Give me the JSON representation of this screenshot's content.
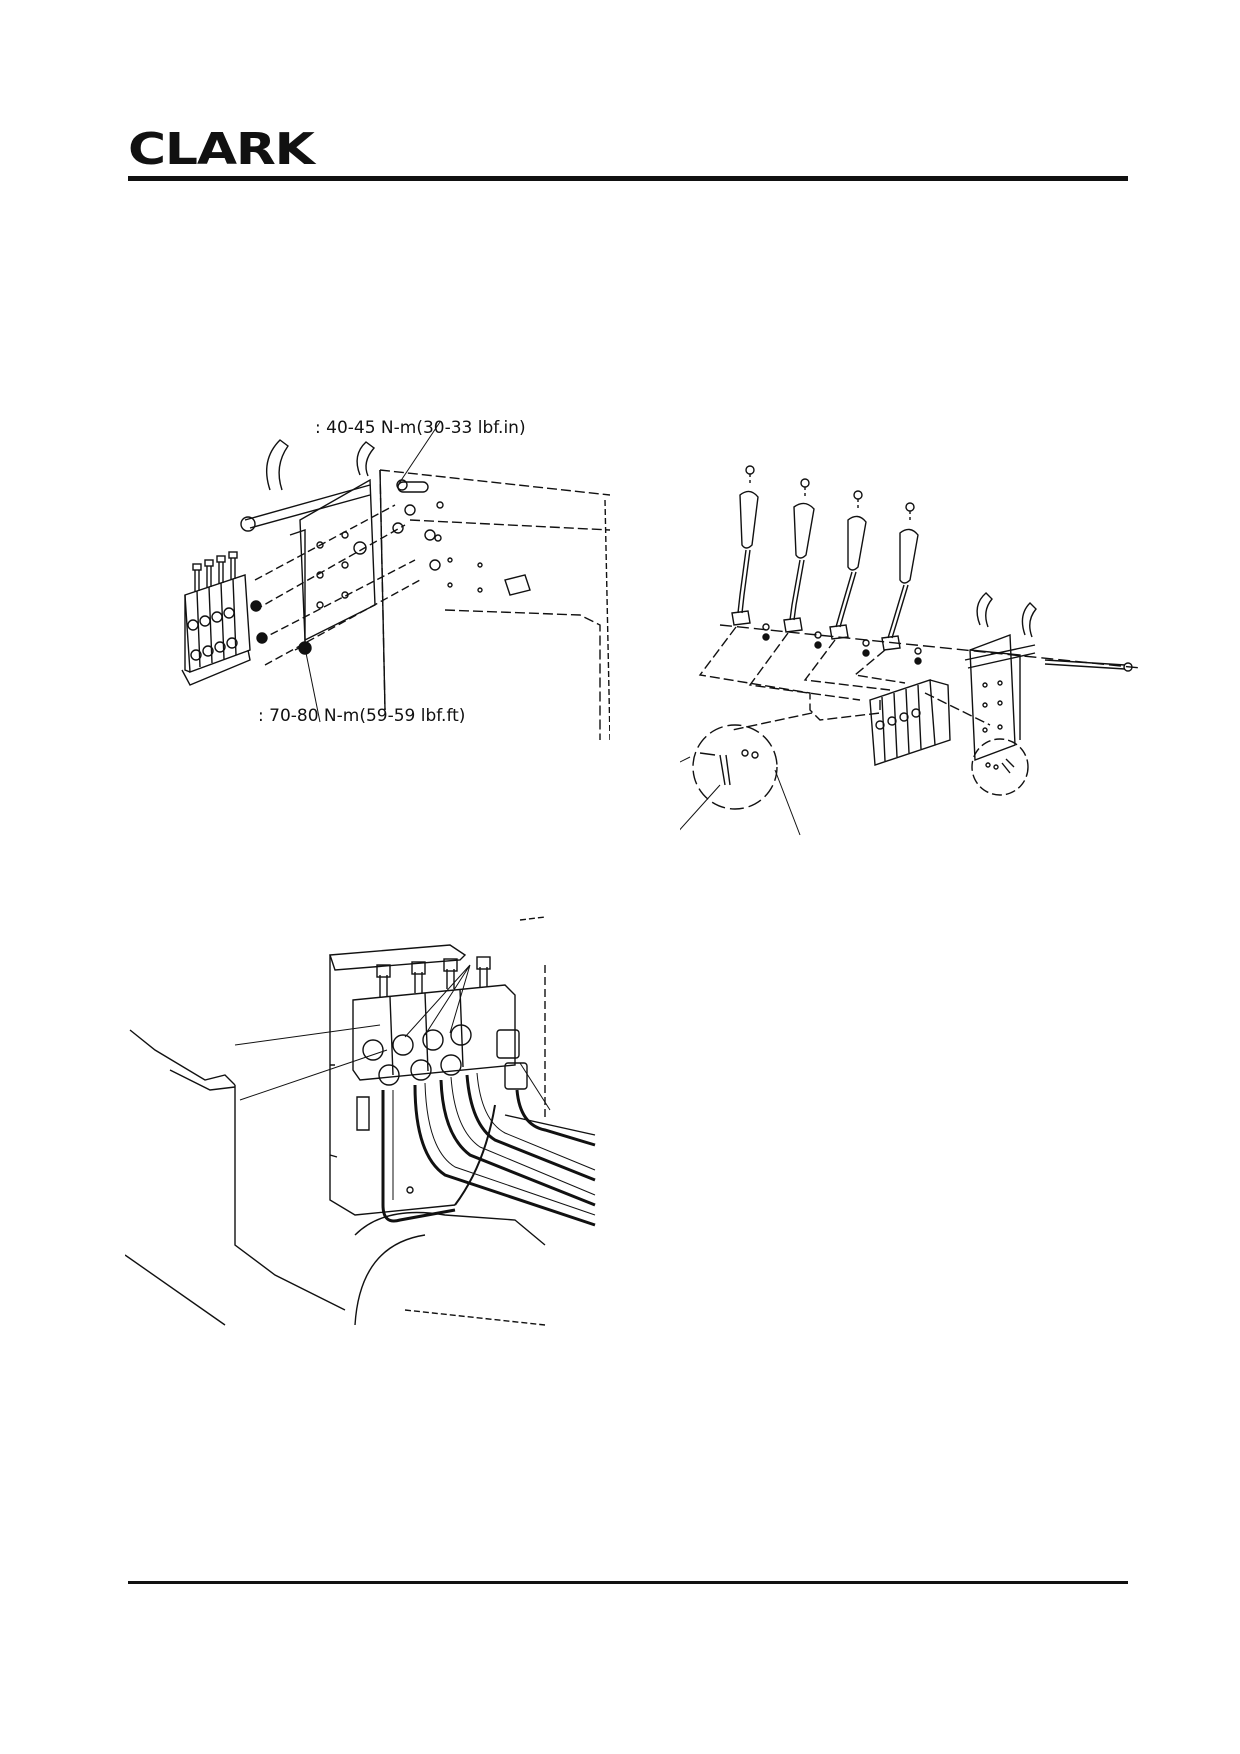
{
  "header": {
    "brand": "CLARK"
  },
  "figure1": {
    "torque_top": ": 40-45 N-m(30-33 lbf.in)",
    "torque_bottom": ": 70-80 N-m(59-59 lbf.ft)"
  },
  "colors": {
    "ink": "#111111",
    "paper": "#ffffff"
  },
  "icons": {
    "brand_logo": "clark-logo"
  }
}
